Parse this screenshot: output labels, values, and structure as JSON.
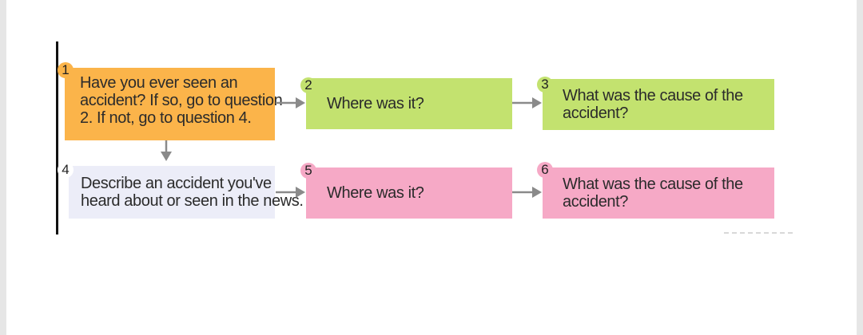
{
  "colors": {
    "orange": "#fbb44a",
    "green": "#c3e26f",
    "pink": "#f6a9c6",
    "lavender": "#ecedf8",
    "arrow": "#8a8a8a"
  },
  "boxes": {
    "box1": {
      "number": "1",
      "lines": [
        "Have you ever seen an",
        "accident? If so, go to question",
        "2. If not, go to question 4."
      ]
    },
    "box2": {
      "number": "2",
      "lines": [
        "Where was it?"
      ]
    },
    "box3": {
      "number": "3",
      "lines": [
        "What was the cause of the",
        "accident?"
      ]
    },
    "box4": {
      "number": "4",
      "lines": [
        "Describe an accident you've",
        "heard about or seen in the news."
      ]
    },
    "box5": {
      "number": "5",
      "lines": [
        "Where was it?"
      ]
    },
    "box6": {
      "number": "6",
      "lines": [
        "What was the cause of the",
        "accident?"
      ]
    }
  }
}
